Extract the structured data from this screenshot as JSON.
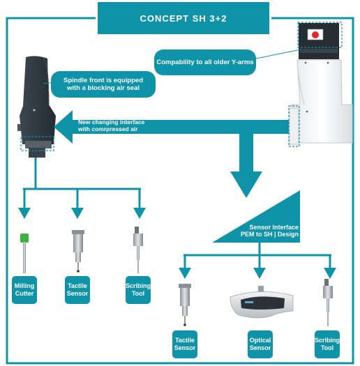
{
  "title": "CONCEPT SH 3+2",
  "callouts": {
    "compatibility": "Compability to all older Y-arms",
    "spindle_seal_line1": "Spindle front is equipped",
    "spindle_seal_line2": "with a blocking air seal",
    "interface_line1": "New changing interface",
    "interface_line2": "with comrpressed air",
    "sensor_interface_line1": "Sensor Interface",
    "sensor_interface_line2": "PEM to SH | Design"
  },
  "left_tools": [
    {
      "line1": "Milling",
      "line2": "Cutter"
    },
    {
      "line1": "Tactile",
      "line2": "Sensor"
    },
    {
      "line1": "Scribing",
      "line2": "Tool"
    }
  ],
  "right_tools": [
    {
      "line1": "Tactile",
      "line2": "Sensor"
    },
    {
      "line1": "Optical",
      "line2": "Sensor"
    },
    {
      "line1": "Scribing",
      "line2": "Tool"
    }
  ],
  "colors": {
    "accent": "#0e93a8",
    "housing_dark": "#2f3a43",
    "arm_white": "#f4f5f6",
    "milling_tip": "#3ab43a",
    "red_marker": "#e3262b"
  }
}
